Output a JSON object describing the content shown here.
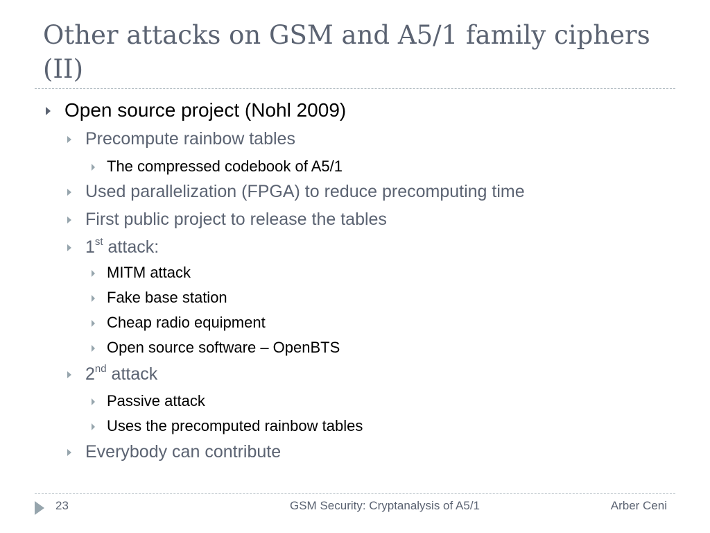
{
  "slide": {
    "title": "Other attacks on GSM and A5/1 family ciphers (II)",
    "bullets": [
      {
        "text": "Open source project (Nohl 2009)"
      },
      {
        "text": "Precompute rainbow tables"
      },
      {
        "text": "The compressed codebook of A5/1"
      },
      {
        "text": "Used parallelization (FPGA) to reduce precomputing time"
      },
      {
        "text": "First public project to release the tables"
      },
      {
        "prefix": "1",
        "sup": "st",
        "text": " attack:"
      },
      {
        "text": "MITM attack"
      },
      {
        "text": "Fake base station"
      },
      {
        "text": "Cheap radio equipment"
      },
      {
        "text": "Open source software – OpenBTS"
      },
      {
        "prefix": "2",
        "sup": "nd",
        "text": " attack"
      },
      {
        "text": "Passive attack"
      },
      {
        "text": "Uses the precomputed rainbow tables"
      },
      {
        "text": "Everybody can contribute"
      }
    ]
  },
  "footer": {
    "page_number": "23",
    "center_text": "GSM Security: Cryptanalysis of A5/1",
    "author": "Arber Ceni"
  },
  "colors": {
    "title": "#5b6372",
    "level2_text": "#5b6372",
    "body_text": "#000000",
    "bullet": "#96a5ad",
    "rule": "#b4bec4"
  }
}
